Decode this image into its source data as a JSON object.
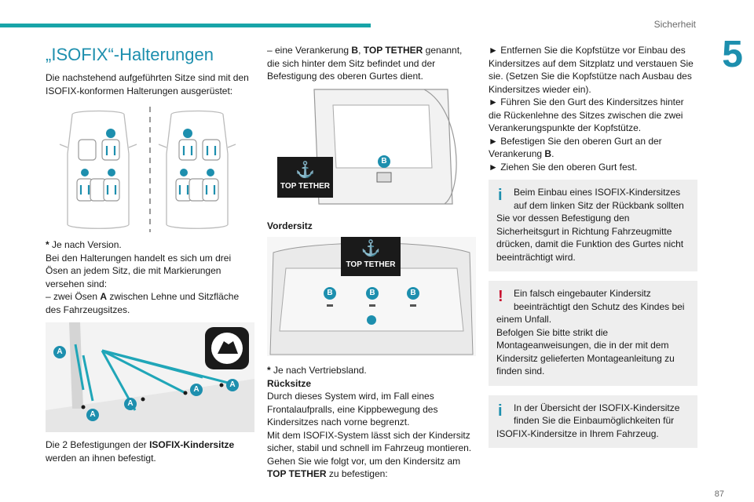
{
  "header": {
    "section": "Sicherheit",
    "chapter": "5"
  },
  "page_number": "87",
  "col1": {
    "title": "„ISOFIX“-Halterungen",
    "intro": "Die nachstehend aufgeführten Sitze sind mit den ISOFIX-konformen Halterungen ausgerüstet:",
    "footnote_star": "*",
    "footnote": " Je nach Version.",
    "desc": "Bei den Halterungen handelt es sich um drei Ösen an jedem Sitz, die mit Markierungen versehen sind:",
    "item_a_pre": "–  zwei Ösen ",
    "item_a_bold": "A",
    "item_a_post": " zwischen Lehne und Sitzfläche des Fahrzeugsitzes.",
    "caption_pre": "Die 2 Befestigungen der ",
    "caption_bold": "ISOFIX-Kindersitze",
    "caption_post": " werden an ihnen befestigt.",
    "label_a": "A"
  },
  "col2": {
    "item_b_pre": "–  eine Verankerung ",
    "item_b_bold1": "B",
    "item_b_mid": ", ",
    "item_b_bold2": "TOP TETHER",
    "item_b_post": " genannt, die sich hinter dem Sitz befindet und der Befestigung des oberen Gurtes dient.",
    "badge": "TOP TETHER",
    "label_b": "B",
    "front_heading": "Vordersitz",
    "footnote_star": "*",
    "footnote": " Je nach Vertriebsland.",
    "rear_heading": "Rücksitze",
    "rear_p1": "Durch dieses System wird, im Fall eines Frontalaufpralls, eine Kippbewegung des Kindersitzes nach vorne begrenzt.",
    "rear_p2": "Mit dem ISOFIX-System lässt sich der Kindersitz sicher, stabil und schnell im Fahrzeug montieren.",
    "rear_p3_pre": "Gehen Sie wie folgt vor, um den Kindersitz am ",
    "rear_p3_bold": "TOP TETHER",
    "rear_p3_post": " zu befestigen:"
  },
  "col3": {
    "steps": [
      "►  Entfernen Sie die Kopfstütze vor Einbau des Kindersitzes auf dem Sitzplatz und verstauen Sie sie. (Setzen Sie die Kopfstütze nach Ausbau des Kindersitzes wieder ein).",
      "►  Führen Sie den Gurt des Kindersitzes hinter die Rückenlehne des Sitzes zwischen die zwei Verankerungspunkte der Kopfstütze."
    ],
    "step3_pre": "►  Befestigen Sie den oberen Gurt an der Verankerung ",
    "step3_bold": "B",
    "step3_post": ".",
    "step4": "►  Ziehen Sie den oberen Gurt fest.",
    "info1_lead": "Beim Einbau eines ISOFIX-Kindersitzes auf dem linken Sitz der Rückbank sollten",
    "info1_rest": "Sie vor dessen Befestigung den Sicherheitsgurt in Richtung Fahrzeugmitte drücken, damit die Funktion des Gurtes nicht beeinträchtigt wird.",
    "warn_lead": "Ein falsch eingebauter Kindersitz beeinträchtigt den Schutz des Kindes bei",
    "warn_rest": "einem Unfall.",
    "warn_p2": "Befolgen Sie bitte strikt die Montageanweisungen, die in der mit dem Kindersitz gelieferten Montageanleitung zu finden sind.",
    "info2_lead": "In der Übersicht der ISOFIX-Kindersitze finden Sie die Einbaumöglichkeiten für",
    "info2_rest": "ISOFIX-Kindersitze in Ihrem Fahrzeug."
  },
  "colors": {
    "accent": "#1d8fae",
    "bar": "#18a4a8",
    "warning": "#c8102e"
  },
  "icons": [
    "isofix-seat-icon",
    "anchor-icon",
    "info-icon",
    "warning-icon"
  ]
}
